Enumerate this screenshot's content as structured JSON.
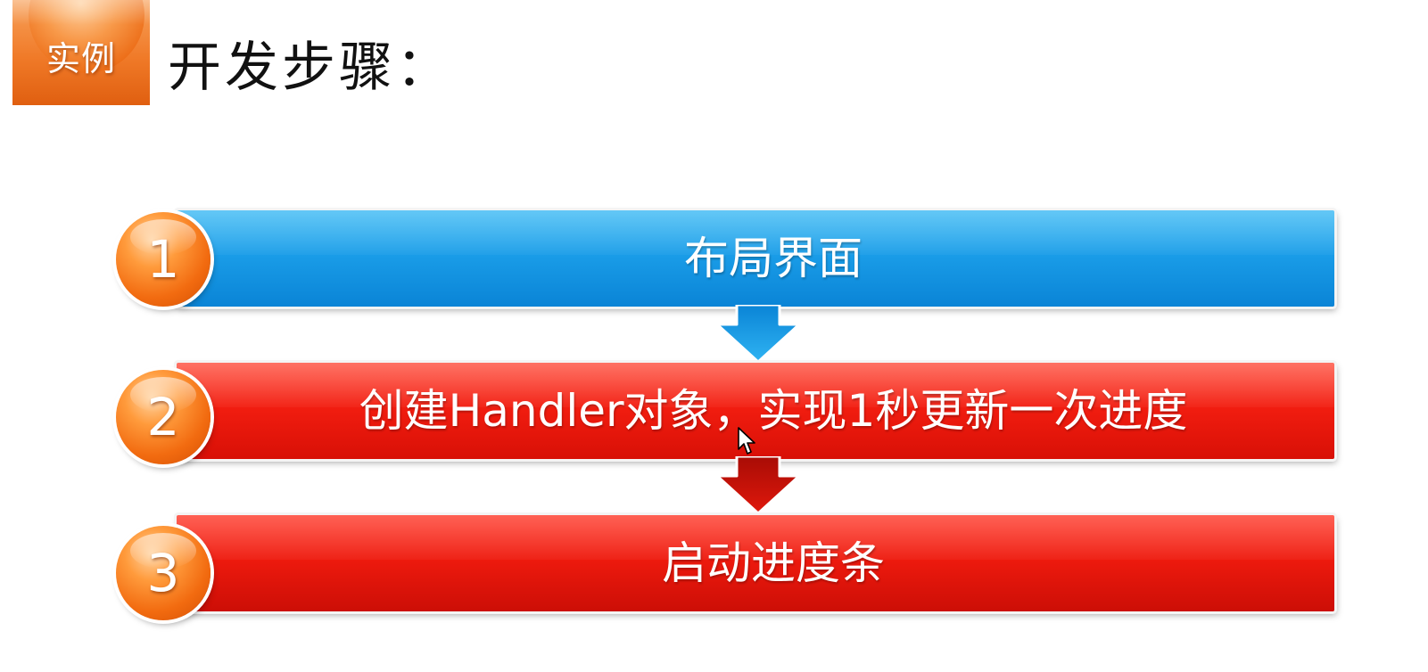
{
  "header": {
    "badge_label": "实例",
    "title": "开发步骤："
  },
  "steps": [
    {
      "number": "1",
      "label": "布局界面",
      "color": "#1a9de8"
    },
    {
      "number": "2",
      "label": "创建Handler对象，实现1秒更新一次进度",
      "color": "#f21d10"
    },
    {
      "number": "3",
      "label": "启动进度条",
      "color": "#ee1a0e"
    }
  ],
  "connectors": [
    {
      "from": "1",
      "to": "2",
      "color": "#1a9de8"
    },
    {
      "from": "2",
      "to": "3",
      "color": "#c5150a"
    }
  ]
}
